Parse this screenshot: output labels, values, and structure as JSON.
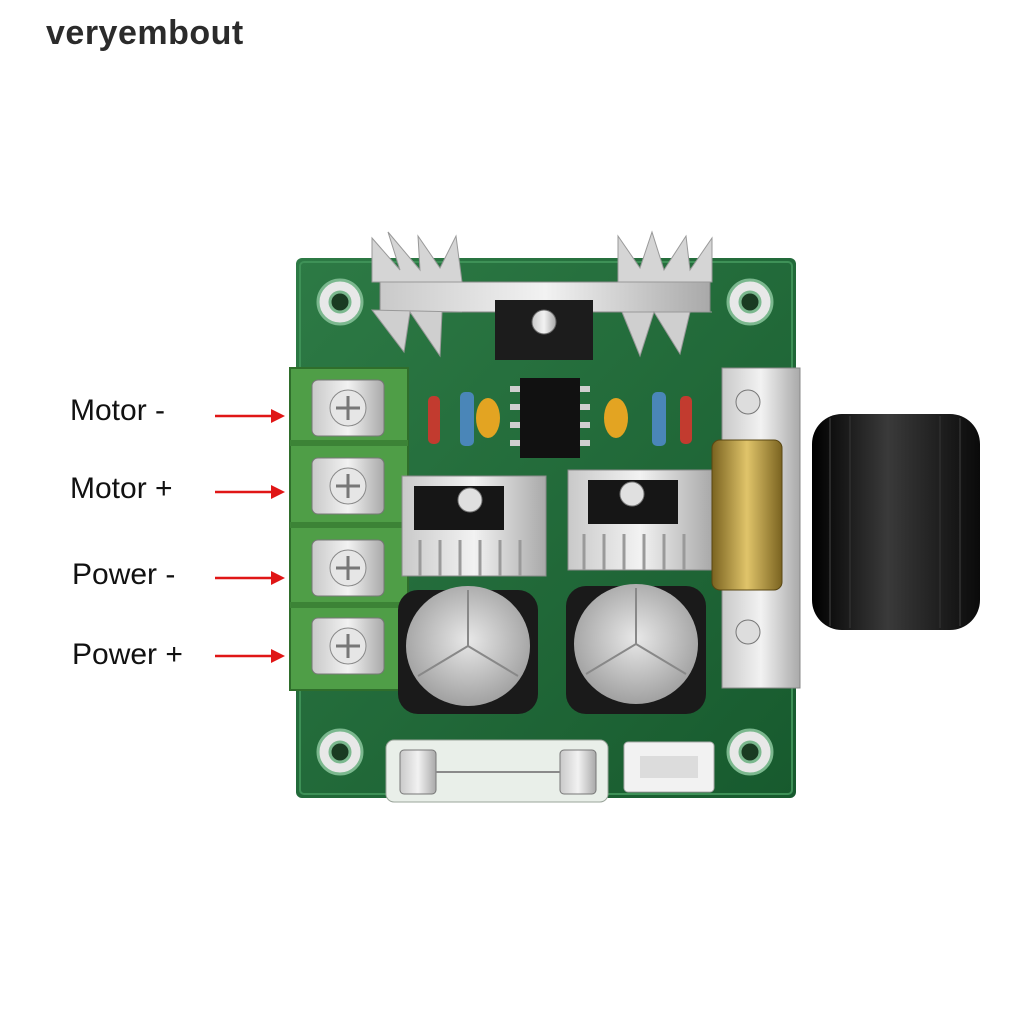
{
  "brand": {
    "name": "veryembout"
  },
  "terminals": [
    {
      "label": "Motor -"
    },
    {
      "label": "Motor +"
    },
    {
      "label": "Power -"
    },
    {
      "label": "Power +"
    }
  ],
  "colors": {
    "pcb": "#1f6a3a",
    "terminal_block": "#4f9e47",
    "arrow": "#e01616",
    "knob": "#151515",
    "capacitor": "#1a1a1a"
  },
  "icons": [
    "arrow-right-icon",
    "screw-icon",
    "knob-icon",
    "capacitor-icon",
    "heatsink-icon",
    "fuse-icon"
  ]
}
